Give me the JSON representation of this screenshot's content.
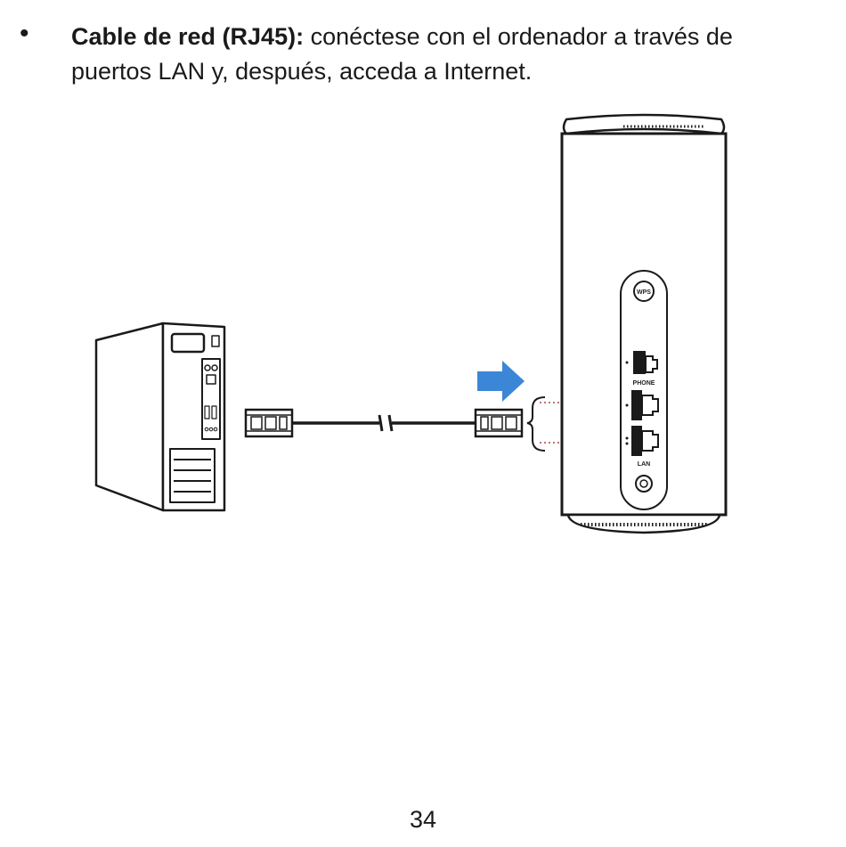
{
  "bullet": {
    "symbol": "•",
    "term": "Cable de red (RJ45):",
    "text": " conéctese con el ordenador a través de puertos LAN y, después, acceda a Internet."
  },
  "router_labels": {
    "wps": "WPS",
    "phone": "PHONE",
    "lan": "LAN"
  },
  "colors": {
    "arrow": "#3b86d6",
    "line": "#1a1a1a",
    "dotted": "#a04a4a"
  },
  "icons": [
    "desktop-computer-icon",
    "ethernet-cable-icon",
    "router-icon",
    "arrow-right-icon"
  ],
  "page_number": "34"
}
